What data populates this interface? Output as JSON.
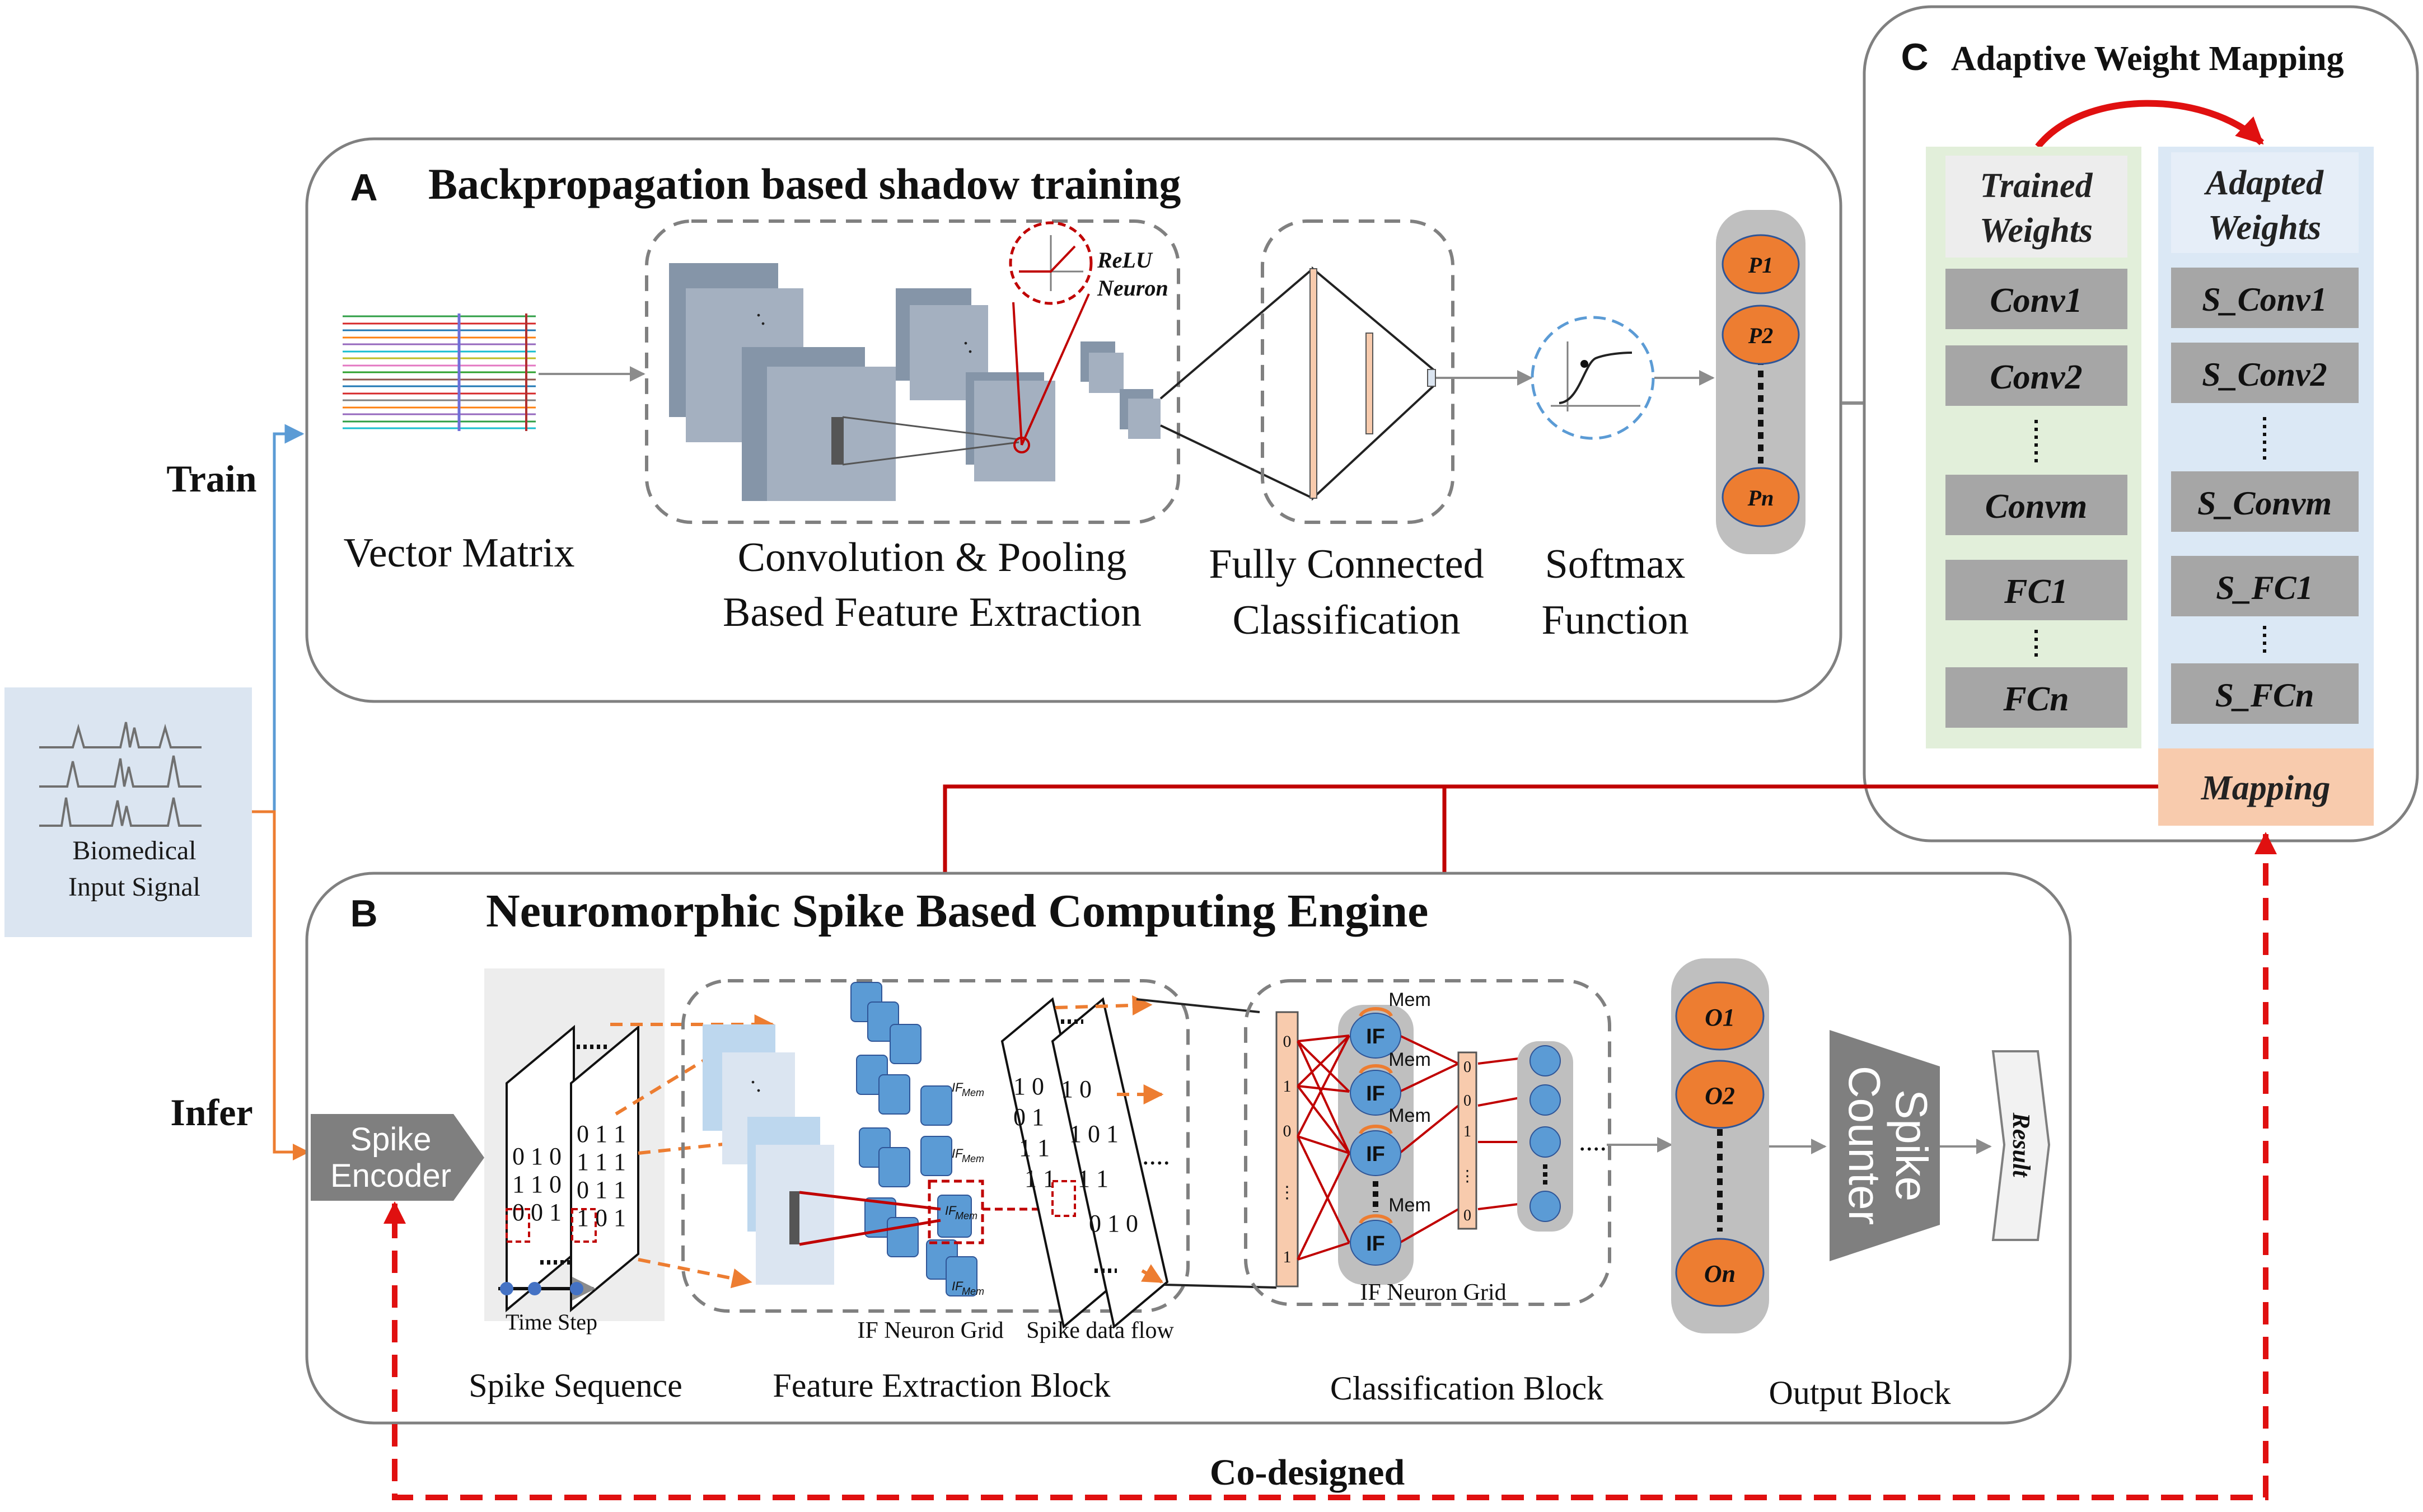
{
  "labels": {
    "train": "Train",
    "infer": "Infer",
    "input_signal_line1": "Biomedical",
    "input_signal_line2": "Input Signal",
    "co_designed": "Co-designed"
  },
  "panel_a": {
    "letter": "A",
    "title": "Backpropagation based shadow training",
    "vector_matrix": "Vector Matrix",
    "conv_line1": "Convolution & Pooling",
    "conv_line2": "Based Feature Extraction",
    "fc_line1": "Fully Connected",
    "fc_line2": "Classification",
    "softmax_line1": "Softmax",
    "softmax_line2": "Function",
    "relu_line1": "ReLU",
    "relu_line2": "Neuron",
    "outputs": [
      "P1",
      "P2",
      "Pn"
    ]
  },
  "panel_b": {
    "letter": "B",
    "title": "Neuromorphic Spike Based Computing Engine",
    "spike_encoder_line1": "Spike",
    "spike_encoder_line2": "Encoder",
    "time_step": "Time Step",
    "spike_sequence": "Spike Sequence",
    "feature_block": "Feature Extraction Block",
    "if_grid": "IF Neuron Grid",
    "spike_flow": "Spike data flow",
    "classification_block": "Classification Block",
    "if_grid_2": "IF Neuron Grid",
    "output_block": "Output Block",
    "spike_counter_line1": "Spike",
    "spike_counter_line2": "Counter",
    "result": "Result",
    "outputs": [
      "O1",
      "O2",
      "On"
    ],
    "neuron_label": "IF",
    "mem_label": "Mem"
  },
  "panel_c": {
    "letter": "C",
    "title": "Adaptive Weight Mapping",
    "trained_header_line1": "Trained",
    "trained_header_line2": "Weights",
    "adapted_header_line1": "Adapted",
    "adapted_header_line2": "Weights",
    "trained": [
      "Conv1",
      "Conv2",
      "Convm",
      "FC1",
      "FCn"
    ],
    "adapted": [
      "S_Conv1",
      "S_Conv2",
      "S_Convm",
      "S_FC1",
      "S_FCn"
    ],
    "mapping": "Mapping"
  },
  "colors": {
    "orange_node": "#ed7d31",
    "red_arrow": "#c00000",
    "blue_neuron": "#5b9bd5",
    "green_panel": "#e2efda",
    "blue_panel": "#dbe8f5",
    "gray_block": "#bfbfbf"
  }
}
